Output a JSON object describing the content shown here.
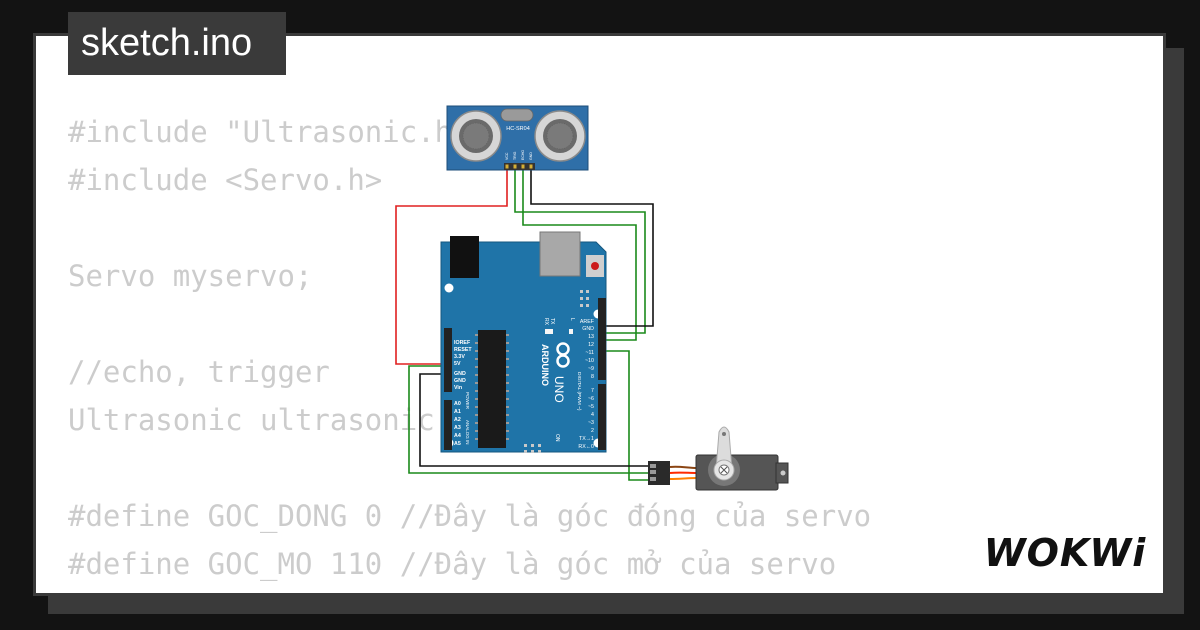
{
  "header": {
    "tab_title": "sketch.ino"
  },
  "code": {
    "lines": [
      "#include \"Ultrasonic.h\"",
      "#include <Servo.h>",
      "",
      "Servo myservo;",
      "",
      "//echo, trigger",
      "Ultrasonic ultrasonic(12, 13);",
      "",
      "#define GOC_DONG 0 //Đây là góc đóng của servo",
      "#define GOC_MO 110 //Đây là góc mở của servo"
    ]
  },
  "circuit": {
    "sensor": {
      "model": "HC-SR04",
      "pins": [
        "VCC",
        "TRIG",
        "ECHO",
        "GND"
      ]
    },
    "board": {
      "logo": "ARDUINO",
      "model": "UNO",
      "power_pins": [
        "IOREF",
        "RESET",
        "3.3V",
        "5V",
        "GND",
        "GND",
        "Vin"
      ],
      "power_label": "POWER",
      "analog_pins": [
        "A0",
        "A1",
        "A2",
        "A3",
        "A4",
        "A5"
      ],
      "analog_label": "ANALOG IN",
      "digital_top_pins": [
        "AREF",
        "GND",
        "13",
        "12",
        "~11",
        "~10",
        "~9",
        "8"
      ],
      "digital_bottom_pins": [
        "7",
        "~6",
        "~5",
        "4",
        "~3",
        "2",
        "TX→1",
        "RX←0"
      ],
      "digital_label": "DIGITAL (PWM ~)",
      "led_labels": [
        "L",
        "TX",
        "RX"
      ],
      "on_label": "ON"
    },
    "wire_colors": {
      "power": "#e02020",
      "signal": "#1a8a1a",
      "ground": "#111111",
      "servo_orange": "#ff7f00"
    }
  },
  "brand": {
    "logo_text": "WOKWi"
  }
}
